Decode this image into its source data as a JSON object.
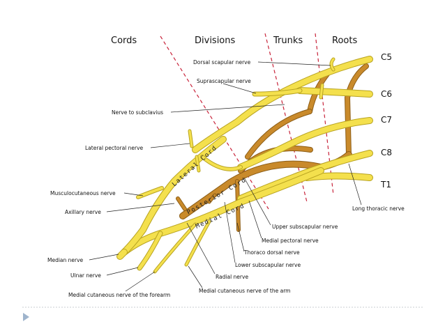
{
  "headers": {
    "cords": "Cords",
    "divisions": "Divisions",
    "trunks": "Trunks",
    "roots": "Roots"
  },
  "roots": [
    "C5",
    "C6",
    "C7",
    "C8",
    "T1"
  ],
  "cords": {
    "lateral": "Lateral Cord",
    "posterior": "Posterior Cord",
    "medial": "Medial Cord"
  },
  "nerves": {
    "dorsal_scapular": "Dorsal scapular nerve",
    "suprascapular": "Suprascapular nerve",
    "subclavius": "Nerve to subclavius",
    "lateral_pectoral": "Lateral pectoral nerve",
    "musculocutaneous": "Musculocutaneous nerve",
    "axillary": "Axillary nerve",
    "long_thoracic": "Long thoracic nerve",
    "upper_subscapular": "Upper subscapular nerve",
    "medial_pectoral": "Medial pectoral nerve",
    "thoracodorsal": "Thoraco dorsal nerve",
    "median": "Median nerve",
    "lower_subscapular": "Lower subscapular nerve",
    "ulnar": "Ulnar nerve",
    "radial": "Radial nerve",
    "medial_cutaneous_arm": "Medial cutaneous nerve of the arm",
    "medial_cutaneous_forearm": "Medial cutaneous nerve of the forearm"
  },
  "colors": {
    "anterior_division": "#f4e04d",
    "posterior_division": "#c98a2b",
    "boundary_line": "#c8233a"
  },
  "icons": {
    "next_slide": "triangle-right-icon"
  }
}
